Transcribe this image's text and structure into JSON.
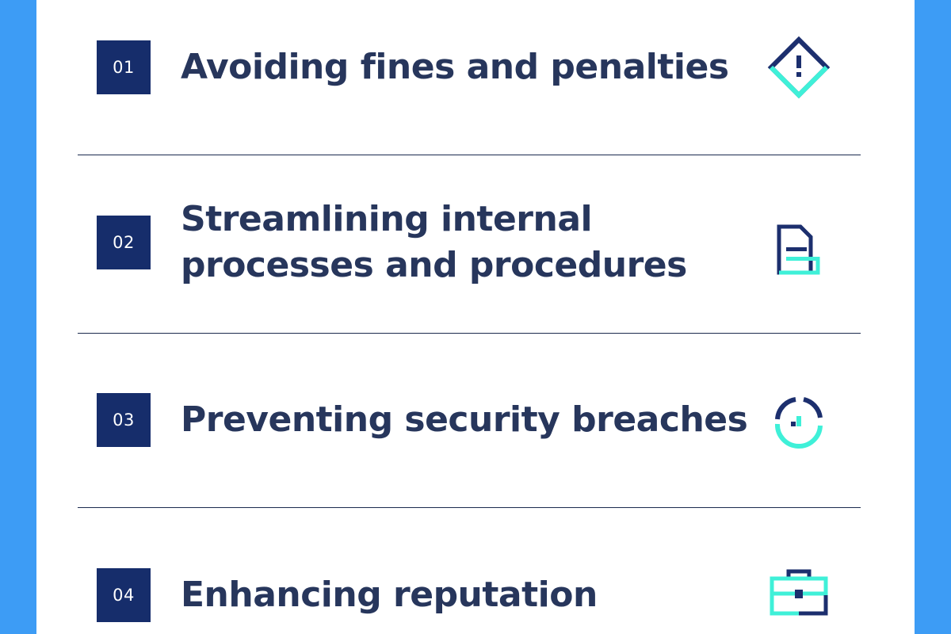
{
  "items": [
    {
      "number": "01",
      "title": "Avoiding fines and penalties",
      "icon": "warning-diamond-icon"
    },
    {
      "number": "02",
      "title": "Streamlining internal processes and procedures",
      "icon": "document-icon"
    },
    {
      "number": "03",
      "title": "Preventing security breaches",
      "icon": "gauge-chart-icon"
    },
    {
      "number": "04",
      "title": "Enhancing reputation",
      "icon": "briefcase-icon"
    }
  ],
  "colors": {
    "background": "#3d9cf5",
    "card": "#ffffff",
    "badge": "#162d6b",
    "title": "#27365c",
    "accent": "#3ff0d8",
    "divider": "#1b2a4e"
  }
}
